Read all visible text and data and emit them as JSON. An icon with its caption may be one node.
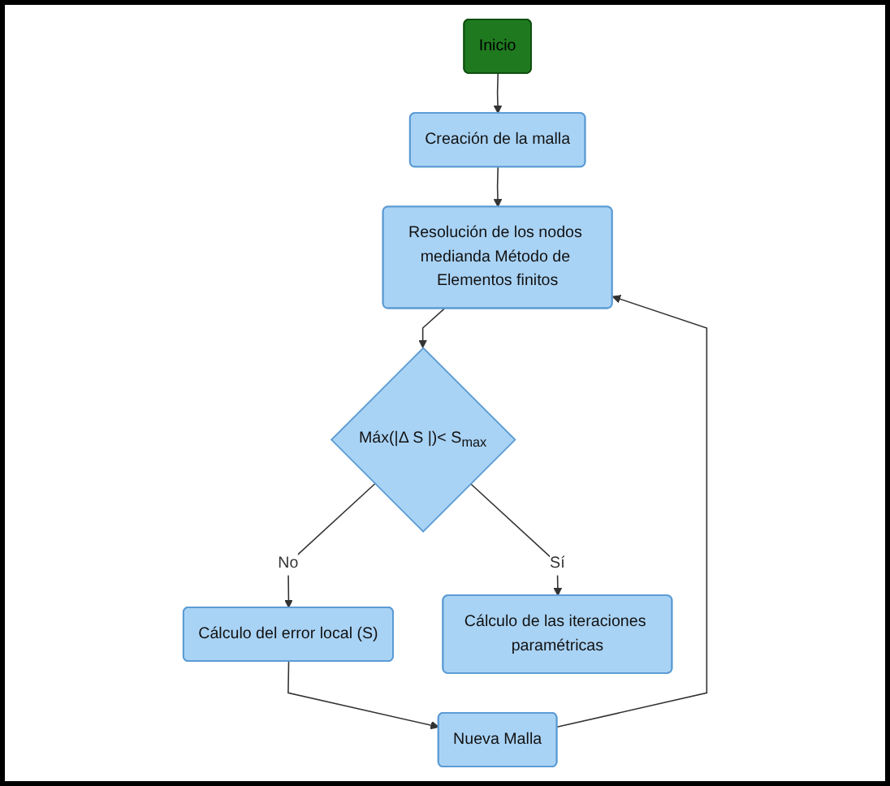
{
  "diagram": {
    "nodes": [
      {
        "text": [
          "Inicio"
        ]
      },
      {
        "text": [
          "Creación de la malla"
        ]
      },
      {
        "text": [
          "Resolución de los nodos medianda Método de Elementos finitos"
        ]
      },
      {
        "text": [
          "Máx(|Δ S |)< S$_{max}$"
        ]
      },
      {
        "text": [
          "Cálculo del error local (S)"
        ]
      },
      {
        "text": [
          "Nueva Malla"
        ]
      },
      {
        "text": [
          "Cálculo de las iteraciones paramétricas"
        ]
      }
    ],
    "edges": [
      {
        "from": 0,
        "to": 1,
        "arrow": "to"
      },
      {
        "from": 1,
        "to": 2,
        "arrow": "to"
      },
      {
        "from": 2,
        "to": 3,
        "arrow": "to"
      },
      {
        "from": 3,
        "to": 4,
        "arrow": "to",
        "label": "No"
      },
      {
        "from": 4,
        "to": 5,
        "arrow": "to"
      },
      {
        "from": 5,
        "to": 2,
        "arrow": "to"
      },
      {
        "from": 3,
        "to": 6,
        "arrow": "to",
        "label": "Sí"
      }
    ]
  }
}
